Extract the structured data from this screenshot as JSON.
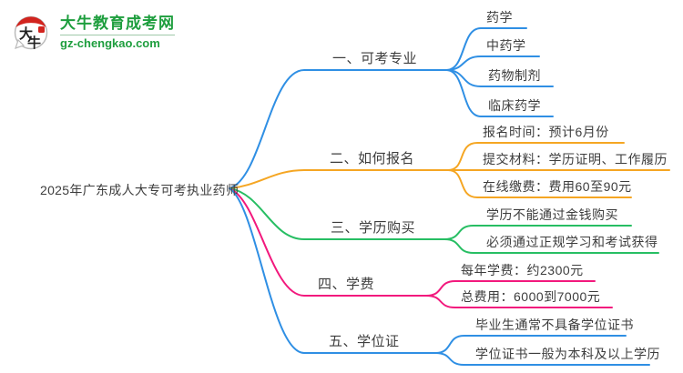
{
  "logo": {
    "title": "大牛教育成考网",
    "url": "gz-chengkao.com",
    "icon_chars": [
      "大",
      "牛"
    ]
  },
  "root": {
    "label": "2025年广东成人大专可考执业药师"
  },
  "colors": {
    "blue": "#2f8fe4",
    "orange": "#f5a623",
    "green": "#27be63",
    "pink": "#f2197d",
    "text": "#3d3d3d",
    "logo_green": "#1e9e3e",
    "logo_red": "#d2241e"
  },
  "branches": [
    {
      "label": "一、可考专业",
      "color": "#2f8fe4",
      "children": [
        "药学",
        "中药学",
        "药物制剂",
        "临床药学"
      ]
    },
    {
      "label": "二、如何报名",
      "color": "#f5a623",
      "children": [
        "报名时间：预计6月份",
        "提交材料：学历证明、工作履历",
        "在线缴费：费用60至90元"
      ]
    },
    {
      "label": "三、学历购买",
      "color": "#27be63",
      "children": [
        "学历不能通过金钱购买",
        "必须通过正规学习和考试获得"
      ]
    },
    {
      "label": "四、学费",
      "color": "#f2197d",
      "children": [
        "每年学费：约2300元",
        "总费用：6000到7000元"
      ]
    },
    {
      "label": "五、学位证",
      "color": "#2f8fe4",
      "children": [
        "毕业生通常不具备学位证书",
        "学位证书一般为本科及以上学历"
      ]
    }
  ]
}
